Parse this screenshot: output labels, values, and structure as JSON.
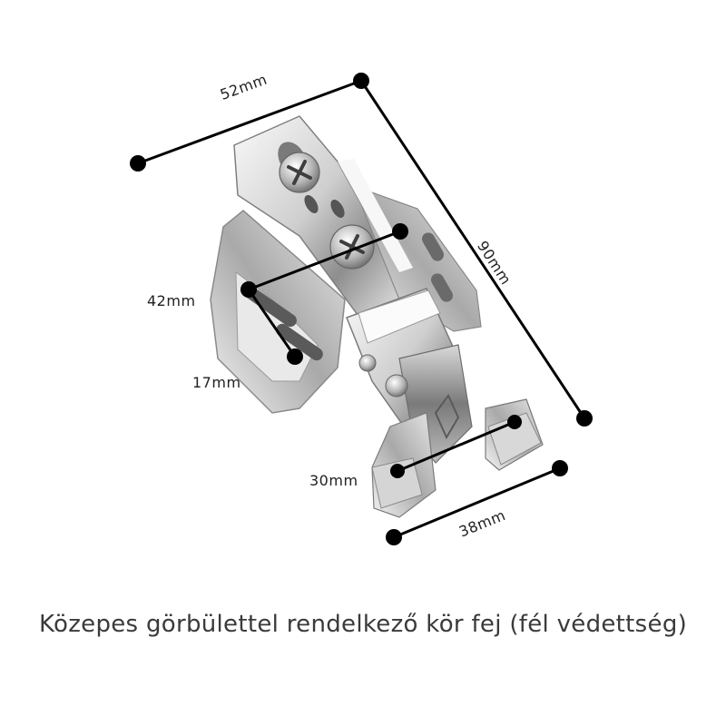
{
  "dimensions": {
    "width": "52mm",
    "height": "90mm",
    "hole_spacing": "42mm",
    "plate_offset": "17mm",
    "cup_offset": "30mm",
    "base_width": "38mm"
  },
  "caption": "Közepes görbülettel rendelkező kör fej (fél védettség)",
  "colors": {
    "metal_light": "#f2f2f2",
    "metal_mid": "#bdbdbd",
    "metal_dark": "#6e6e6e",
    "marker": "#000000"
  }
}
